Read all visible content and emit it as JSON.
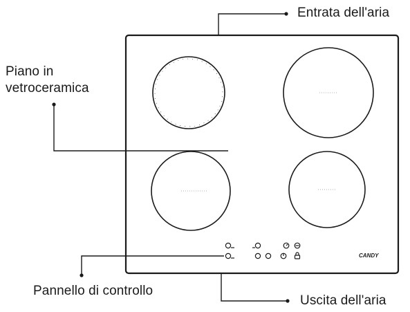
{
  "labels": {
    "air_inlet": "Entrata dell'aria",
    "glass_ceramic_line1": "Piano in",
    "glass_ceramic_line2": "vetroceramica",
    "control_panel": "Pannello di controllo",
    "air_outlet": "Uscita dell'aria"
  },
  "brand": "CANDY",
  "components": {
    "burners": [
      "top-left",
      "top-right",
      "bottom-left",
      "bottom-right"
    ],
    "control_icons": [
      "power-icon",
      "timer-icon",
      "lock-icon",
      "touch-key-icon"
    ]
  },
  "colors": {
    "stroke": "#1a1a1a",
    "background": "#ffffff"
  }
}
